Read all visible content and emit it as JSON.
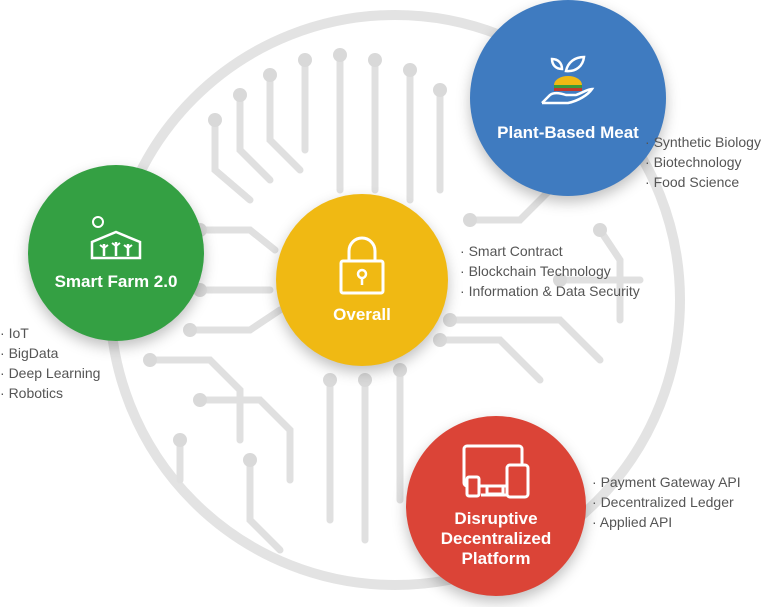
{
  "nodes": {
    "plant": {
      "title": "Plant-Based Meat",
      "color": "#3f7bc0",
      "items": [
        "Synthetic Biology",
        "Biotechnology",
        "Food Science"
      ]
    },
    "farm": {
      "title": "Smart Farm 2.0",
      "color": "#34a043",
      "items": [
        "IoT",
        "BigData",
        "Deep Learning",
        "Robotics"
      ]
    },
    "overall": {
      "title": "Overall",
      "color": "#f0b913",
      "items": [
        "Smart Contract",
        "Blockchain Technology",
        "Information & Data Security"
      ]
    },
    "platform": {
      "title_lines": [
        "Disruptive",
        "Decentralized",
        "Platform"
      ],
      "color": "#db4437",
      "items": [
        "Payment Gateway API",
        "Decentralized Ledger",
        "Applied API"
      ]
    }
  }
}
